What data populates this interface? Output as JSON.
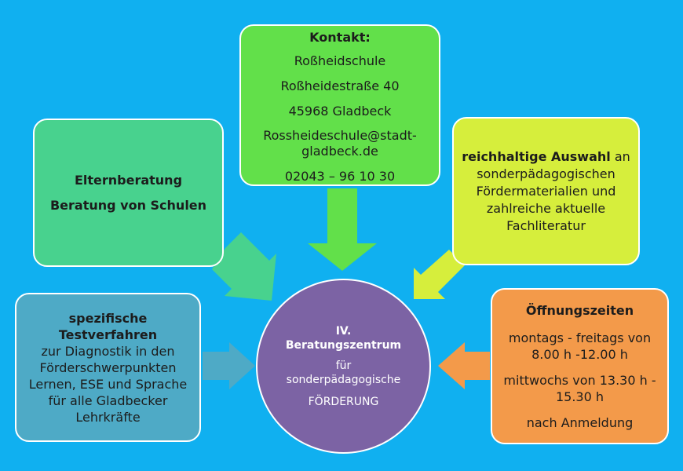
{
  "colors": {
    "background": "#10b0f0",
    "contact": "#62e04a",
    "parents": "#48d28e",
    "materials": "#d6ee3c",
    "tests": "#4eaac6",
    "hours": "#f39a4a",
    "center": "#7c63a4",
    "arrow_contact": "#62e04a",
    "arrow_parents": "#48d28e",
    "arrow_materials": "#d6ee3c",
    "arrow_tests": "#4eaac6",
    "arrow_hours": "#f39a4a"
  },
  "contact": {
    "title": "Kontakt:",
    "school": "Roßheidschule",
    "street": "Roßheidestraße 40",
    "city": "45968 Gladbeck",
    "email": "Rossheideschule@stadt-gladbeck.de",
    "phone": "02043 – 96 10 30"
  },
  "parents": {
    "line1": "Elternberatung",
    "line2": "Beratung von Schulen"
  },
  "materials": {
    "bold": "reichhaltige Auswahl",
    "rest": " an sonderpädagogischen Fördermaterialien und zahlreiche aktuelle Fachliteratur"
  },
  "tests": {
    "bold": "spezifische Testverfahren",
    "rest": "zur Diagnostik in den Förderschwerpunkten Lernen, ESE und Sprache für alle Gladbecker Lehrkräfte"
  },
  "hours": {
    "title": "Öffnungszeiten",
    "line1": "montags - freitags von 8.00 h -12.00 h",
    "line2": "mittwochs von 13.30 h - 15.30 h",
    "line3": "nach Anmeldung"
  },
  "center": {
    "line1": "IV.",
    "line2": "Beratungszentrum",
    "line3": "für",
    "line4": "sonderpädagogische",
    "line5": "FÖRDERUNG"
  },
  "icons": [
    "arrow-down-icon",
    "arrow-down-right-icon",
    "arrow-down-left-icon",
    "arrow-right-icon",
    "arrow-left-icon"
  ]
}
